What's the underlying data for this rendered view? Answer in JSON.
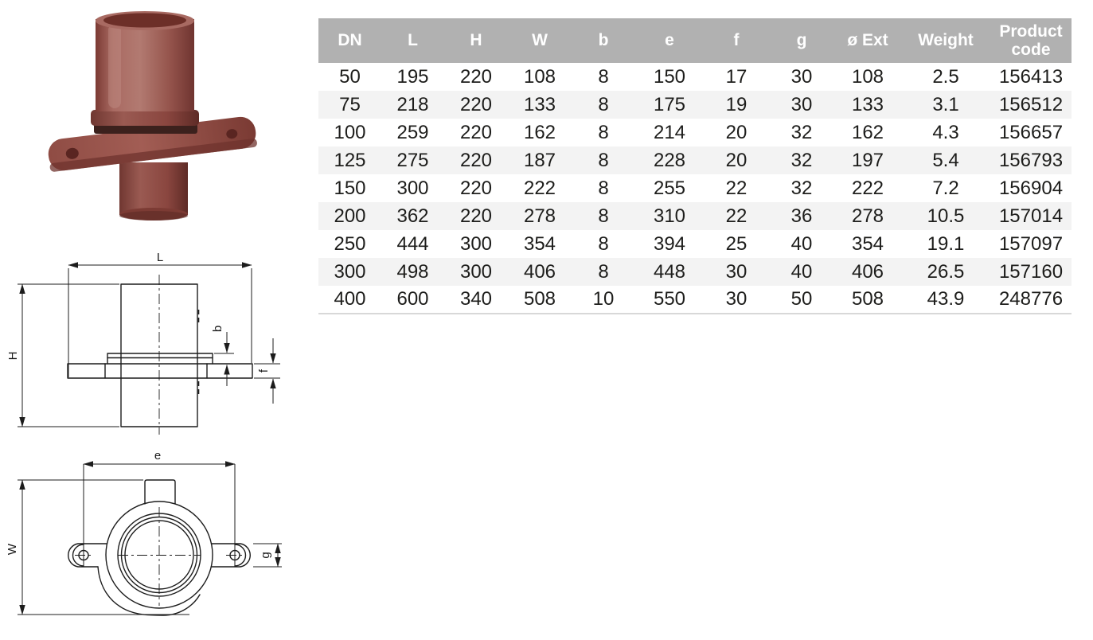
{
  "product_photo": {
    "description": "dark red cast-iron flanged pipe coupling with two-ear flange and gasket",
    "body_color": "#9a564e",
    "gasket_color": "#3c211d"
  },
  "table": {
    "columns": [
      "DN",
      "L",
      "H",
      "W",
      "b",
      "e",
      "f",
      "g",
      "ø Ext",
      "Weight",
      "Product code"
    ],
    "rows": [
      [
        "50",
        "195",
        "220",
        "108",
        "8",
        "150",
        "17",
        "30",
        "108",
        "2.5",
        "156413"
      ],
      [
        "75",
        "218",
        "220",
        "133",
        "8",
        "175",
        "19",
        "30",
        "133",
        "3.1",
        "156512"
      ],
      [
        "100",
        "259",
        "220",
        "162",
        "8",
        "214",
        "20",
        "32",
        "162",
        "4.3",
        "156657"
      ],
      [
        "125",
        "275",
        "220",
        "187",
        "8",
        "228",
        "20",
        "32",
        "197",
        "5.4",
        "156793"
      ],
      [
        "150",
        "300",
        "220",
        "222",
        "8",
        "255",
        "22",
        "32",
        "222",
        "7.2",
        "156904"
      ],
      [
        "200",
        "362",
        "220",
        "278",
        "8",
        "310",
        "22",
        "36",
        "278",
        "10.5",
        "157014"
      ],
      [
        "250",
        "444",
        "300",
        "354",
        "8",
        "394",
        "25",
        "40",
        "354",
        "19.1",
        "157097"
      ],
      [
        "300",
        "498",
        "300",
        "406",
        "8",
        "448",
        "30",
        "40",
        "406",
        "26.5",
        "157160"
      ],
      [
        "400",
        "600",
        "340",
        "508",
        "10",
        "550",
        "30",
        "50",
        "508",
        "43.9",
        "248776"
      ]
    ]
  },
  "drawings": {
    "side_view": {
      "dims": {
        "length": "L",
        "height": "H",
        "collar": "b",
        "flange": "f"
      }
    },
    "top_view": {
      "dims": {
        "spacing": "e",
        "width": "W",
        "ear": "g"
      }
    }
  },
  "colors": {
    "header_bg": "#b1b1b1",
    "header_text": "#ffffff",
    "row_alt": "#f3f3f3",
    "cell_text": "#1d1d1b",
    "line": "#1c1c1c",
    "table_border": "#d8d8d8"
  }
}
